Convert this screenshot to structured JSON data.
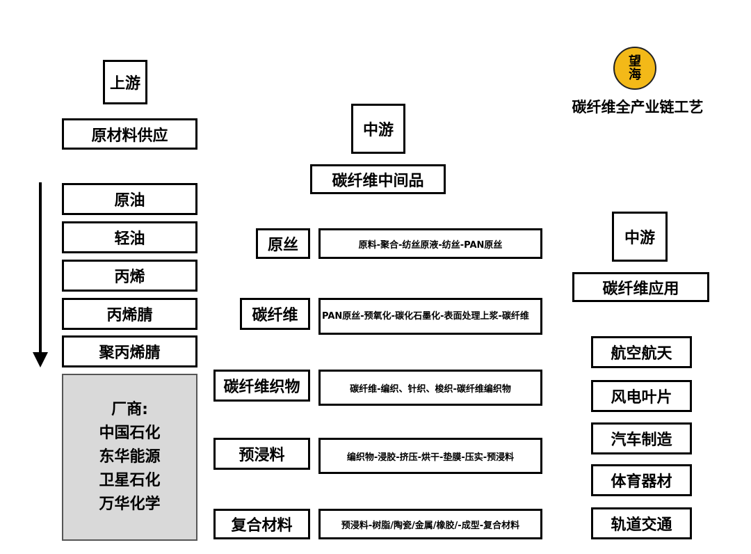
{
  "logo": {
    "chars": [
      "望",
      "海"
    ],
    "caption": "碳纤维全产业链工艺",
    "color": "#f3b918"
  },
  "upstream": {
    "stage": "上游",
    "title": "原材料供应",
    "items": [
      "原油",
      "轻油",
      "丙烯",
      "丙烯腈",
      "聚丙烯腈"
    ],
    "vendors": {
      "heading": "厂商:",
      "names": [
        "中国石化",
        "东华能源",
        "卫星石化",
        "万华化学"
      ]
    }
  },
  "midstream": {
    "stage": "中游",
    "title": "碳纤维中间品",
    "rows": [
      {
        "label": "原丝",
        "process": "原料-聚合-纺丝原液-纺丝-PAN原丝"
      },
      {
        "label": "碳纤维",
        "process": "PAN原丝-预氧化-碳化石墨化-表面处理上浆-碳纤维"
      },
      {
        "label": "碳纤维织物",
        "process": "碳纤维-编织、针织、梭织-碳纤维编织物"
      },
      {
        "label": "预浸料",
        "process": "编织物-浸胶-挤压-烘干-垫膜-压实-预浸料"
      },
      {
        "label": "复合材料",
        "process": "预浸料-树脂/陶瓷/金属/橡胶/-成型-复合材料"
      }
    ]
  },
  "downstream": {
    "stage": "中游",
    "title": "碳纤维应用",
    "items": [
      "航空航天",
      "风电叶片",
      "汽车制造",
      "体育器材",
      "轨道交通"
    ]
  }
}
